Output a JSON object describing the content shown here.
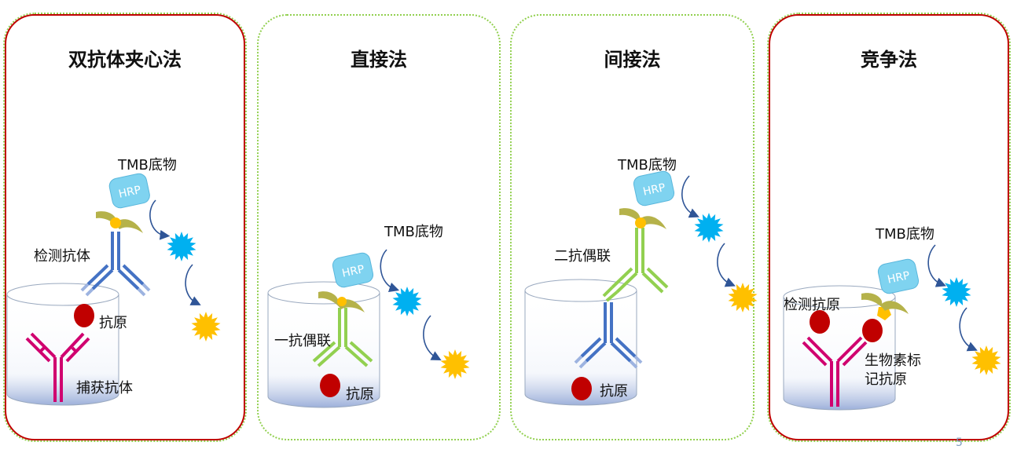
{
  "panels": [
    {
      "title": "双抗体夹心法",
      "labels": {
        "substrate": "TMB底物",
        "enzyme": "HRP",
        "detection_antibody": "检测抗体",
        "antigen": "抗原",
        "capture_antibody": "捕获抗体"
      }
    },
    {
      "title": "直接法",
      "labels": {
        "substrate": "TMB底物",
        "enzyme": "HRP",
        "primary_conjugate": "一抗偶联",
        "antigen": "抗原"
      }
    },
    {
      "title": "间接法",
      "labels": {
        "substrate": "TMB底物",
        "enzyme": "HRP",
        "secondary_conjugate": "二抗偶联",
        "antigen": "抗原"
      }
    },
    {
      "title": "竞争法",
      "labels": {
        "substrate": "TMB底物",
        "enzyme": "HRP",
        "detection_antigen": "检测抗原",
        "biotin_antigen": "生物素标记抗原"
      }
    }
  ],
  "page_number": "5",
  "colors": {
    "frame_red": "#c00000",
    "frame_green": "#92d050",
    "antibody_blue": "#4472c4",
    "antibody_green": "#92d050",
    "antibody_magenta": "#d0006f",
    "antigen_red": "#c00000",
    "hrp_blue": "#7fd3f0",
    "streptavidin_olive": "#b5b24a",
    "linker_orange": "#ffc000",
    "product_blue": "#00b0f0",
    "product_yellow": "#ffc000"
  }
}
